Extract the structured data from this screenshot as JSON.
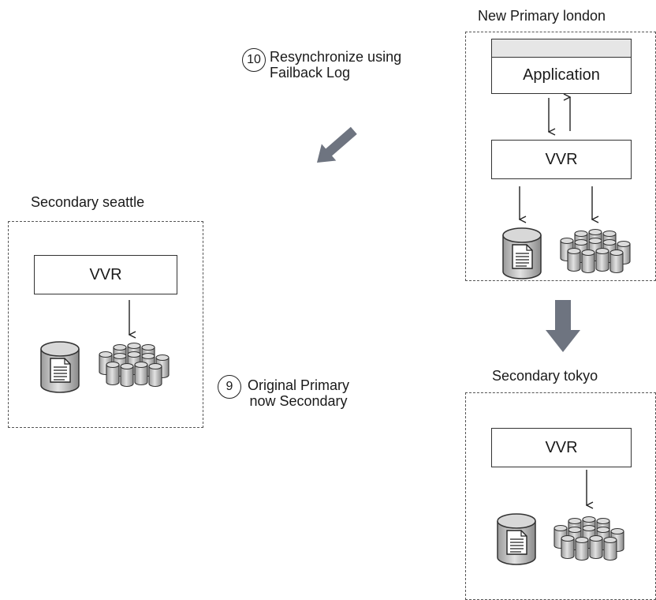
{
  "sites": {
    "london": {
      "title": "New Primary london",
      "application_label": "Application",
      "vvr_label": "VVR"
    },
    "seattle": {
      "title": "Secondary seattle",
      "vvr_label": "VVR"
    },
    "tokyo": {
      "title": "Secondary tokyo",
      "vvr_label": "VVR"
    }
  },
  "steps": [
    {
      "number": "10",
      "line1": "Resynchronize using",
      "line2": "Failback Log"
    },
    {
      "number": "9",
      "line1": "Original Primary",
      "line2": "now Secondary"
    }
  ],
  "icons": {
    "log_volume": "log-volume-icon",
    "data_volumes": "data-volume-stack-icon",
    "big_arrow": "big-arrow-icon"
  },
  "colors": {
    "arrow": "#6e7480",
    "volume_fill": "#c8c8c8",
    "volume_stroke": "#333333"
  }
}
